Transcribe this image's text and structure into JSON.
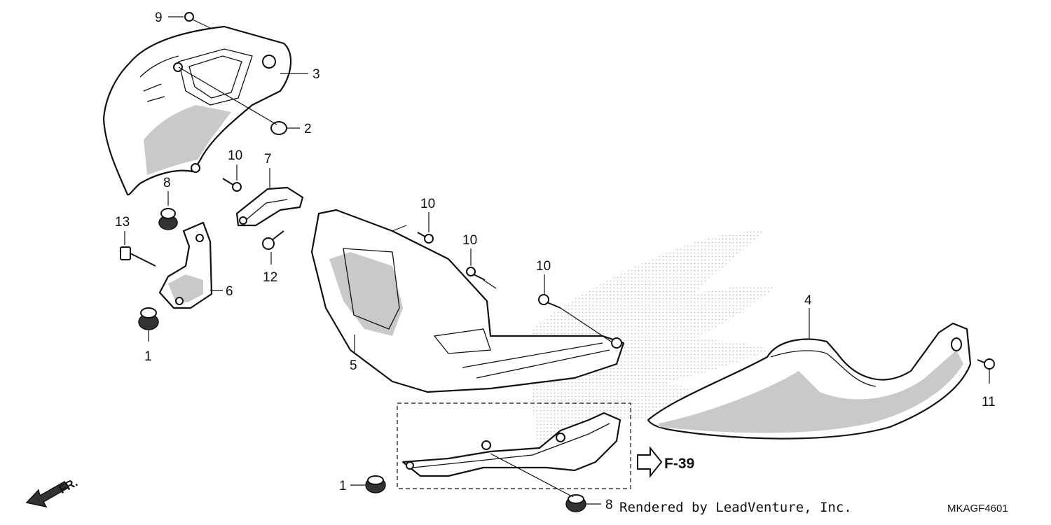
{
  "callouts": {
    "c1a": "1",
    "c1b": "1",
    "c2": "2",
    "c3": "3",
    "c4": "4",
    "c5": "5",
    "c6": "6",
    "c7": "7",
    "c8a": "8",
    "c8b": "8",
    "c9": "9",
    "c10a": "10",
    "c10b": "10",
    "c10c": "10",
    "c10d": "10",
    "c11": "11",
    "c12": "12",
    "c13": "13"
  },
  "reference": "F-39",
  "direction": "FR.",
  "credit": "Rendered by LeadVenture, Inc.",
  "diagram_code": "MKAGF4601"
}
